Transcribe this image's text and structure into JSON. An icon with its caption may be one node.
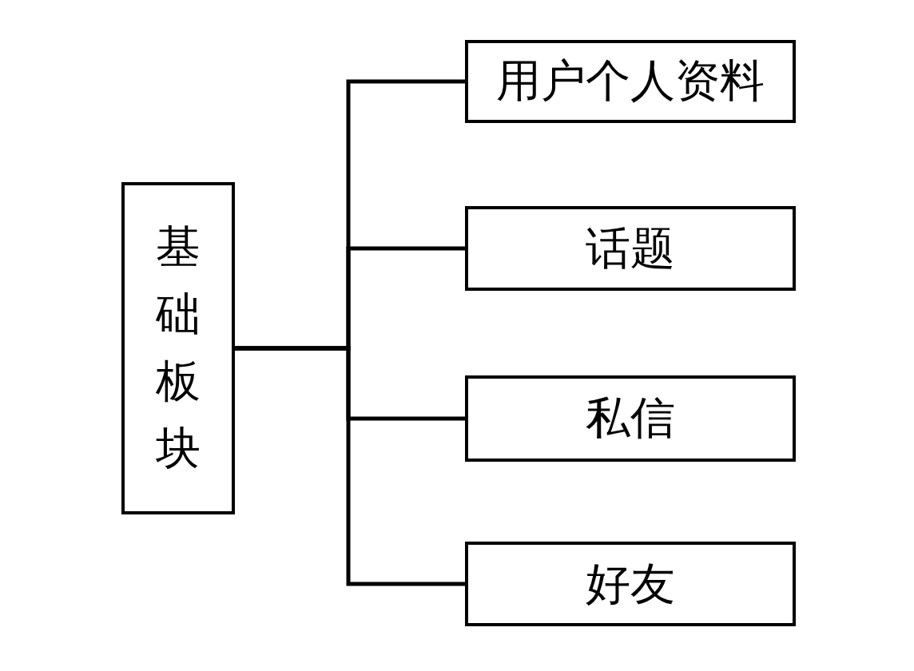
{
  "diagram": {
    "nodes": [
      {
        "text": [
          "基础板块"
        ]
      },
      {
        "text": [
          "用户个人资料"
        ]
      },
      {
        "text": [
          "话题"
        ]
      },
      {
        "text": [
          "私信"
        ]
      },
      {
        "text": [
          "好友"
        ]
      }
    ],
    "edges": [
      {
        "from": 0,
        "to": 1,
        "arrow": "none"
      },
      {
        "from": 0,
        "to": 2,
        "arrow": "none"
      },
      {
        "from": 0,
        "to": 3,
        "arrow": "none"
      },
      {
        "from": 0,
        "to": 4,
        "arrow": "none"
      }
    ]
  }
}
